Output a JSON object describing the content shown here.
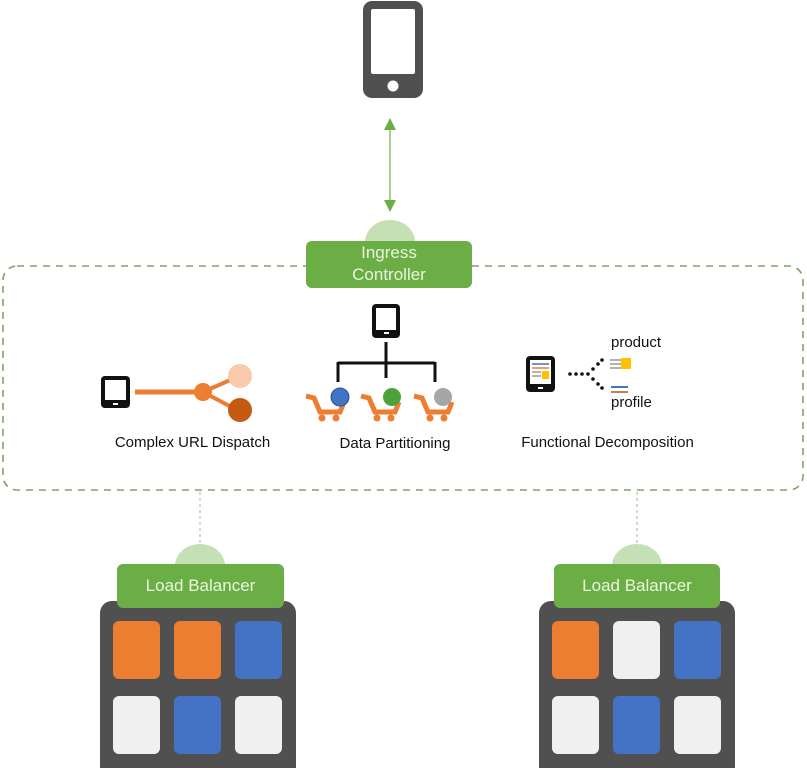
{
  "colors": {
    "green": "#6aae45",
    "green_light": "#c5e0b4",
    "dark_gray": "#505050",
    "orange": "#ed7d31",
    "blue": "#4472c4",
    "light_gray": "#f0f0f0",
    "cart_green": "#4ea23a",
    "cart_gray": "#a6a6a6"
  },
  "client": {
    "icon": "smartphone-icon"
  },
  "ingress": {
    "label_line1": "Ingress",
    "label_line2": "Controller"
  },
  "patterns": [
    {
      "label": "Complex URL Dispatch",
      "icon": "url-dispatch-icon"
    },
    {
      "label": "Data Partitioning",
      "icon": "data-partition-icon"
    },
    {
      "label": "Functional Decomposition",
      "icon": "functional-decomposition-icon",
      "services": [
        "product",
        "profile"
      ]
    }
  ],
  "load_balancers": [
    {
      "label": "Load Balancer",
      "cells": [
        "orange",
        "orange",
        "blue",
        "light_gray",
        "blue",
        "light_gray"
      ]
    },
    {
      "label": "Load Balancer",
      "cells": [
        "orange",
        "light_gray",
        "blue",
        "light_gray",
        "blue",
        "light_gray"
      ]
    }
  ]
}
